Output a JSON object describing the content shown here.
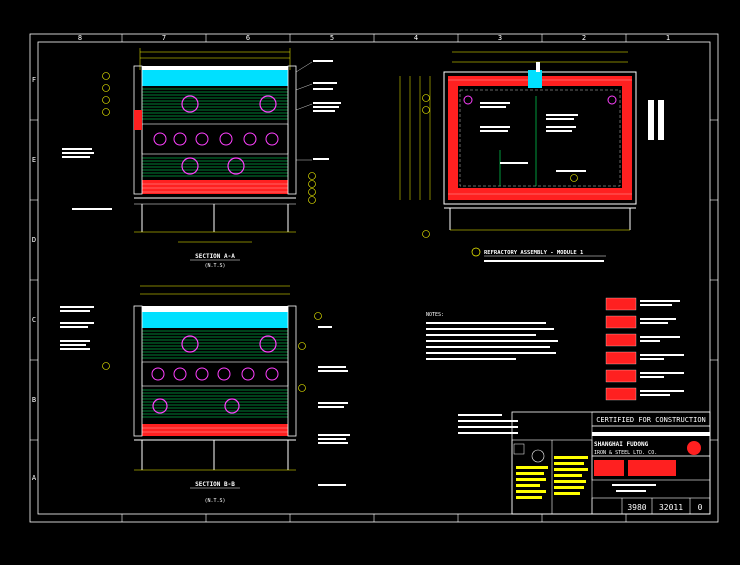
{
  "colors": {
    "background": "#000000",
    "border": "#ffffff",
    "frame": "#00ffff",
    "refractory": "#ff2020",
    "insulation": "#00e0ff",
    "dimension": "#ffff00",
    "casing": "#00ff66",
    "pipe": "#ff40ff"
  },
  "border": {
    "columns": [
      "8",
      "7",
      "6",
      "5",
      "4",
      "3",
      "2",
      "1"
    ],
    "rows": [
      "F",
      "E",
      "D",
      "C",
      "B",
      "A"
    ]
  },
  "views": {
    "section_aa": {
      "title": "SECTION A-A",
      "scale": "(N.T.S)"
    },
    "section_bb": {
      "title": "SECTION B-B",
      "scale": "(N.T.S)"
    },
    "refractory_assembly": {
      "title": "REFRACTORY ASSEMBLY - MODULE 1"
    }
  },
  "notes": {
    "title": "NOTES:"
  },
  "title_block": {
    "certification": "CERTIFIED FOR CONSTRUCTION",
    "company_line1": "SHANGHAI FUDONG",
    "company_line2": "IRON & STEEL LTD. CO.",
    "job_no": "3980",
    "drawing_no": "32011",
    "revision": "0"
  }
}
